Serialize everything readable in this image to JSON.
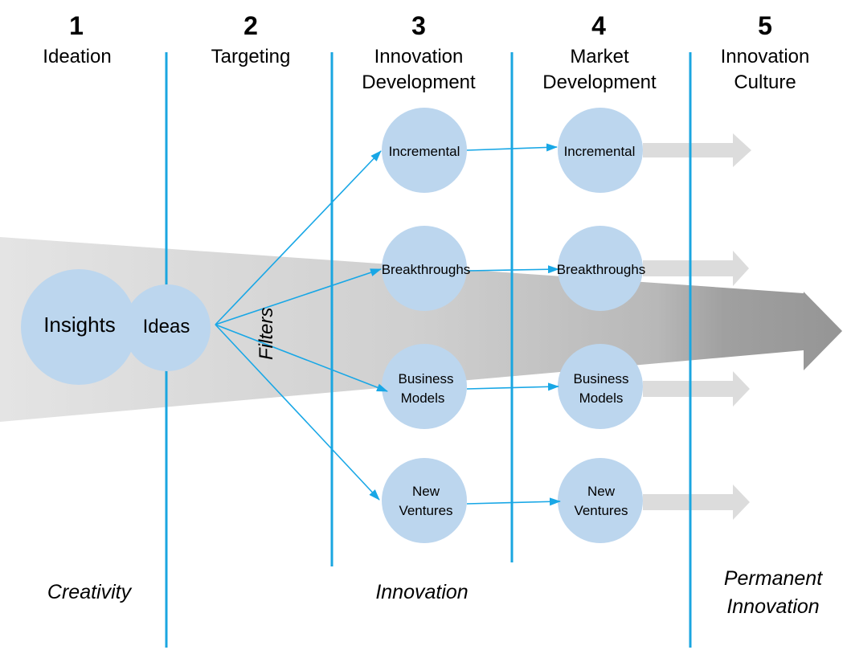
{
  "stages": [
    {
      "number": "1",
      "title_lines": [
        "Ideation"
      ]
    },
    {
      "number": "2",
      "title_lines": [
        "Targeting"
      ]
    },
    {
      "number": "3",
      "title_lines": [
        "Innovation",
        "Development"
      ]
    },
    {
      "number": "4",
      "title_lines": [
        "Market",
        "Development"
      ]
    },
    {
      "number": "5",
      "title_lines": [
        "Innovation",
        "Culture"
      ]
    }
  ],
  "sources": {
    "insights": "Insights",
    "ideas": "Ideas",
    "filters": "Filters"
  },
  "innovation_types": [
    {
      "lines": [
        "Incremental"
      ]
    },
    {
      "lines": [
        "Breakthroughs"
      ]
    },
    {
      "lines": [
        "Business",
        "Models"
      ]
    },
    {
      "lines": [
        "New",
        "Ventures"
      ]
    }
  ],
  "bottom": {
    "creativity": "Creativity",
    "innovation": "Innovation",
    "permanent_lines": [
      "Permanent",
      "Innovation"
    ]
  },
  "colors": {
    "divider": "#1aa6e0",
    "circle": "#bcd6ee",
    "connector": "#18a7e6",
    "funnel_light": "#e4e4e4",
    "funnel_dark": "#9a9a9a",
    "small_arrow": "#dcdcdc"
  }
}
